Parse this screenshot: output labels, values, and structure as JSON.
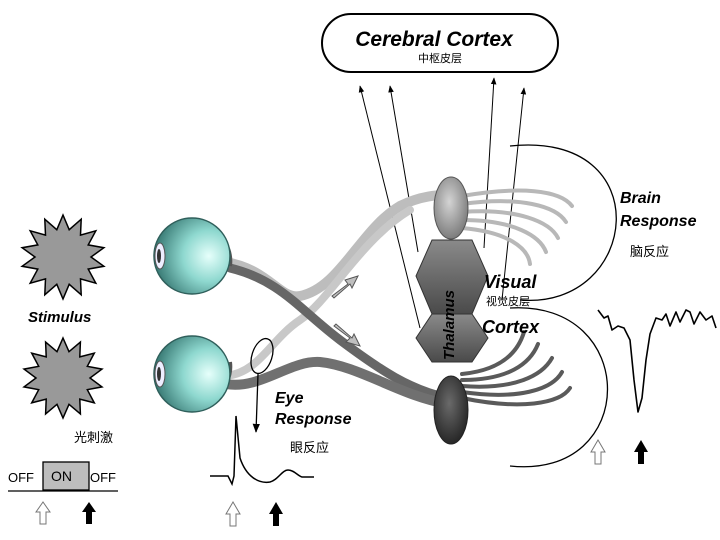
{
  "cortex": {
    "title": "Cerebral Cortex",
    "subtitle": "中枢皮层"
  },
  "stimulus": {
    "label": "Stimulus",
    "label_cn": "光刺激"
  },
  "switch": {
    "off_left": "OFF",
    "on": "ON",
    "off_right": "OFF"
  },
  "eye_response": {
    "line1": "Eye",
    "line2": "Response",
    "label_cn": "眼反应"
  },
  "thalamus": {
    "label": "Thalamus"
  },
  "visual_cortex": {
    "line1": "Visual",
    "label_cn": "视觉皮层",
    "line2": "Cortex"
  },
  "brain_response": {
    "line1": "Brain",
    "line2": "Response",
    "label_cn": "脑反应"
  },
  "colors": {
    "eye": "#5fbfb5",
    "eye_light": "#c8f4ee",
    "nerve": "#7d7d7d",
    "nerve_light": "#b9b9b9",
    "arrow_gray": "#a8a8a8"
  }
}
